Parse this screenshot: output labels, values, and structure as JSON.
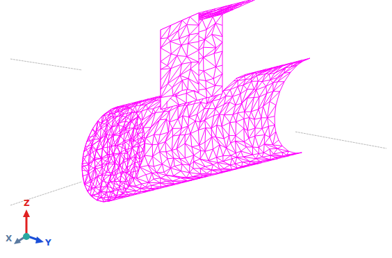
{
  "diagram": {
    "labels": [
      "Z",
      "X",
      "Y"
    ]
  }
}
